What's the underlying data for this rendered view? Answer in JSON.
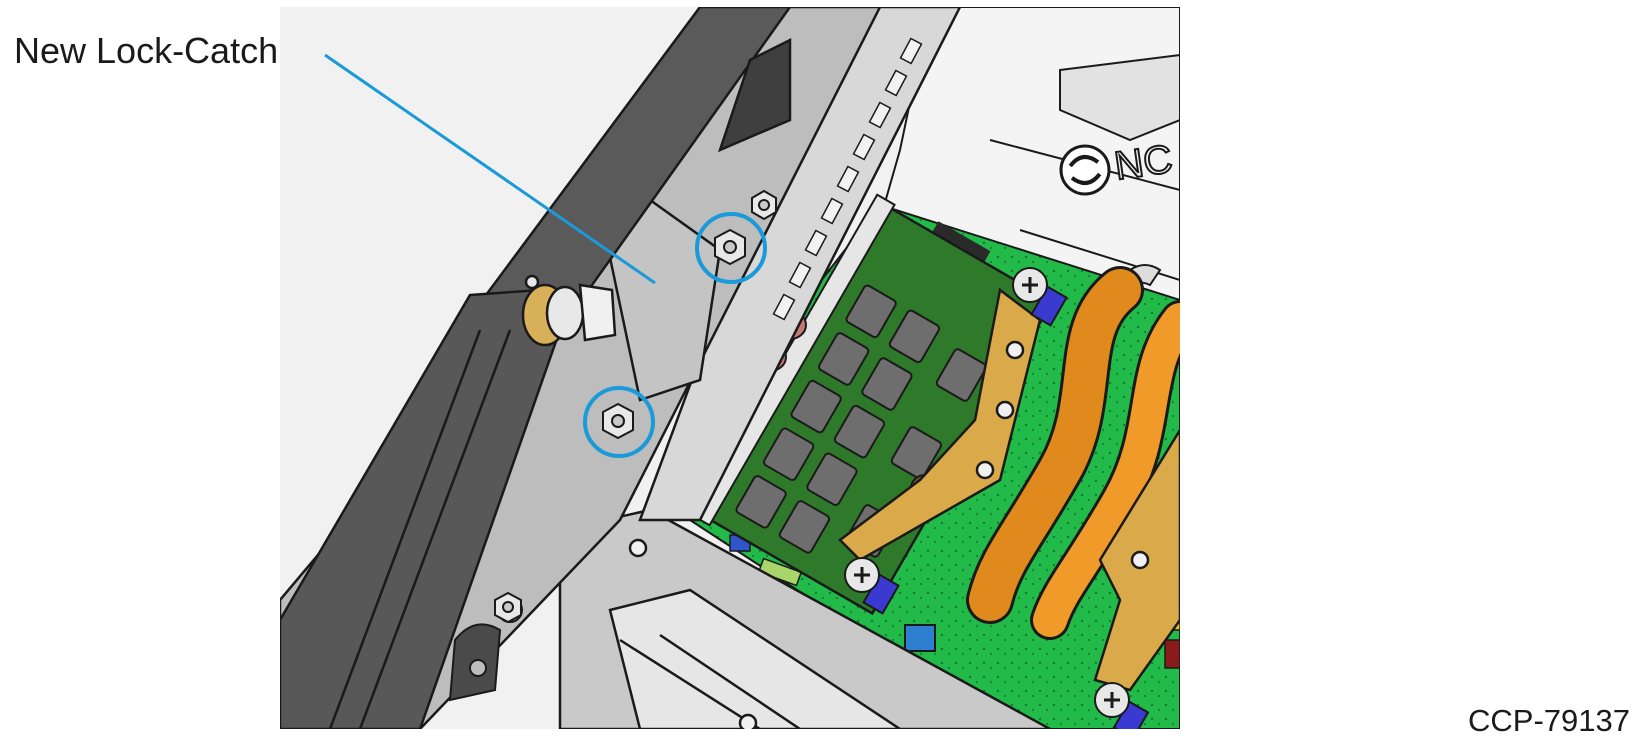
{
  "callouts": [
    {
      "label": "New Lock-Catch"
    }
  ],
  "figure_id": "CCP-79137",
  "brand_mark": "NC",
  "colors": {
    "callout": "#1a9ad9",
    "bracket": "#bdbdbd",
    "bezel_dark": "#555555",
    "pcb": "#1fb84a",
    "ram": "#2f7a2a",
    "chip": "#6e6e6e",
    "heatpipe": "#e08a1e",
    "heatsink": "#d9a94a",
    "outline": "#1a1a1a"
  }
}
